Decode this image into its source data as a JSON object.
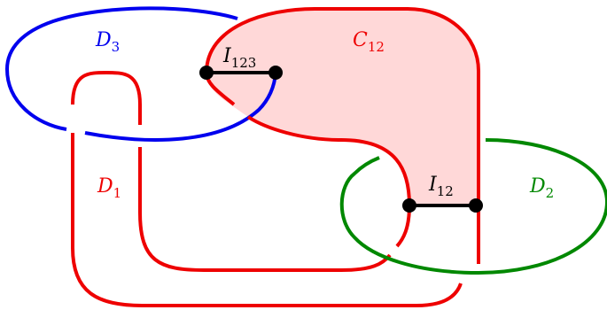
{
  "colors": {
    "D3": "#0000ee",
    "D1": "#ee0000",
    "C12": "#ee0000",
    "C12_fill": "#ffd8d8",
    "D2": "#008800",
    "segments": "#000000"
  },
  "labels": {
    "D3": {
      "base": "D",
      "sub": "3"
    },
    "C12": {
      "base": "C",
      "sub": "12"
    },
    "I123": {
      "base": "I",
      "sub": "123"
    },
    "D1": {
      "base": "D",
      "sub": "1"
    },
    "I12": {
      "base": "I",
      "sub": "12"
    },
    "D2": {
      "base": "D",
      "sub": "2"
    }
  }
}
